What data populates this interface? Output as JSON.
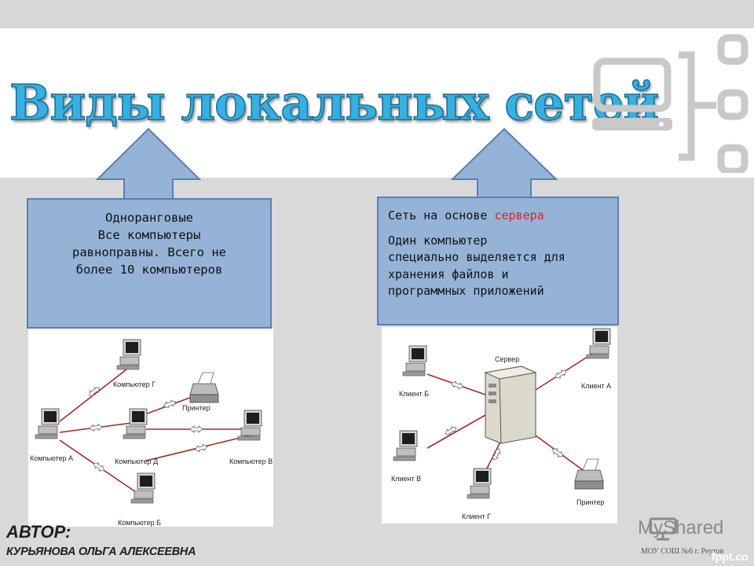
{
  "slide": {
    "title": "Виды локальных сетей",
    "colors": {
      "callout_fill": "#95b3d7",
      "callout_border": "#5b7fb4",
      "highlight": "#e02020",
      "title_blue": "#35b0e0"
    }
  },
  "callouts": {
    "left": {
      "lines": [
        "Одноранговые",
        "Все компьютеры",
        "равноправны. Всего не",
        "более 10 компьютеров"
      ]
    },
    "right": {
      "title_prefix": "Сеть на основе ",
      "title_highlight": "сервера",
      "body_lines": [
        "Один компьютер",
        "специально выделяется для",
        "хранения файлов и",
        "программных приложений"
      ]
    }
  },
  "diagram_p2p": {
    "labels": {
      "g": "Компьютер Г",
      "printer": "Принтер",
      "a": "Компьютер А",
      "d": "Компьютер Д",
      "v": "Компьютер В",
      "b": "Компьютер Б"
    }
  },
  "diagram_server": {
    "labels": {
      "server": "Сервер",
      "b": "Клиент Б",
      "a": "Клиент А",
      "v": "Клиент В",
      "g": "Клиент Г",
      "printer": "Принтер"
    }
  },
  "author": {
    "label": "АВТОР:",
    "name": "КУРЬЯНОВА ОЛЬГА АЛЕКСЕЕВНА"
  },
  "footer": {
    "school": "МОУ СОШ №6 г. Реутов",
    "watermark": "MyShared",
    "watermark_domain": "fppt.co",
    "watermark_icon": "presentation-board-icon"
  }
}
